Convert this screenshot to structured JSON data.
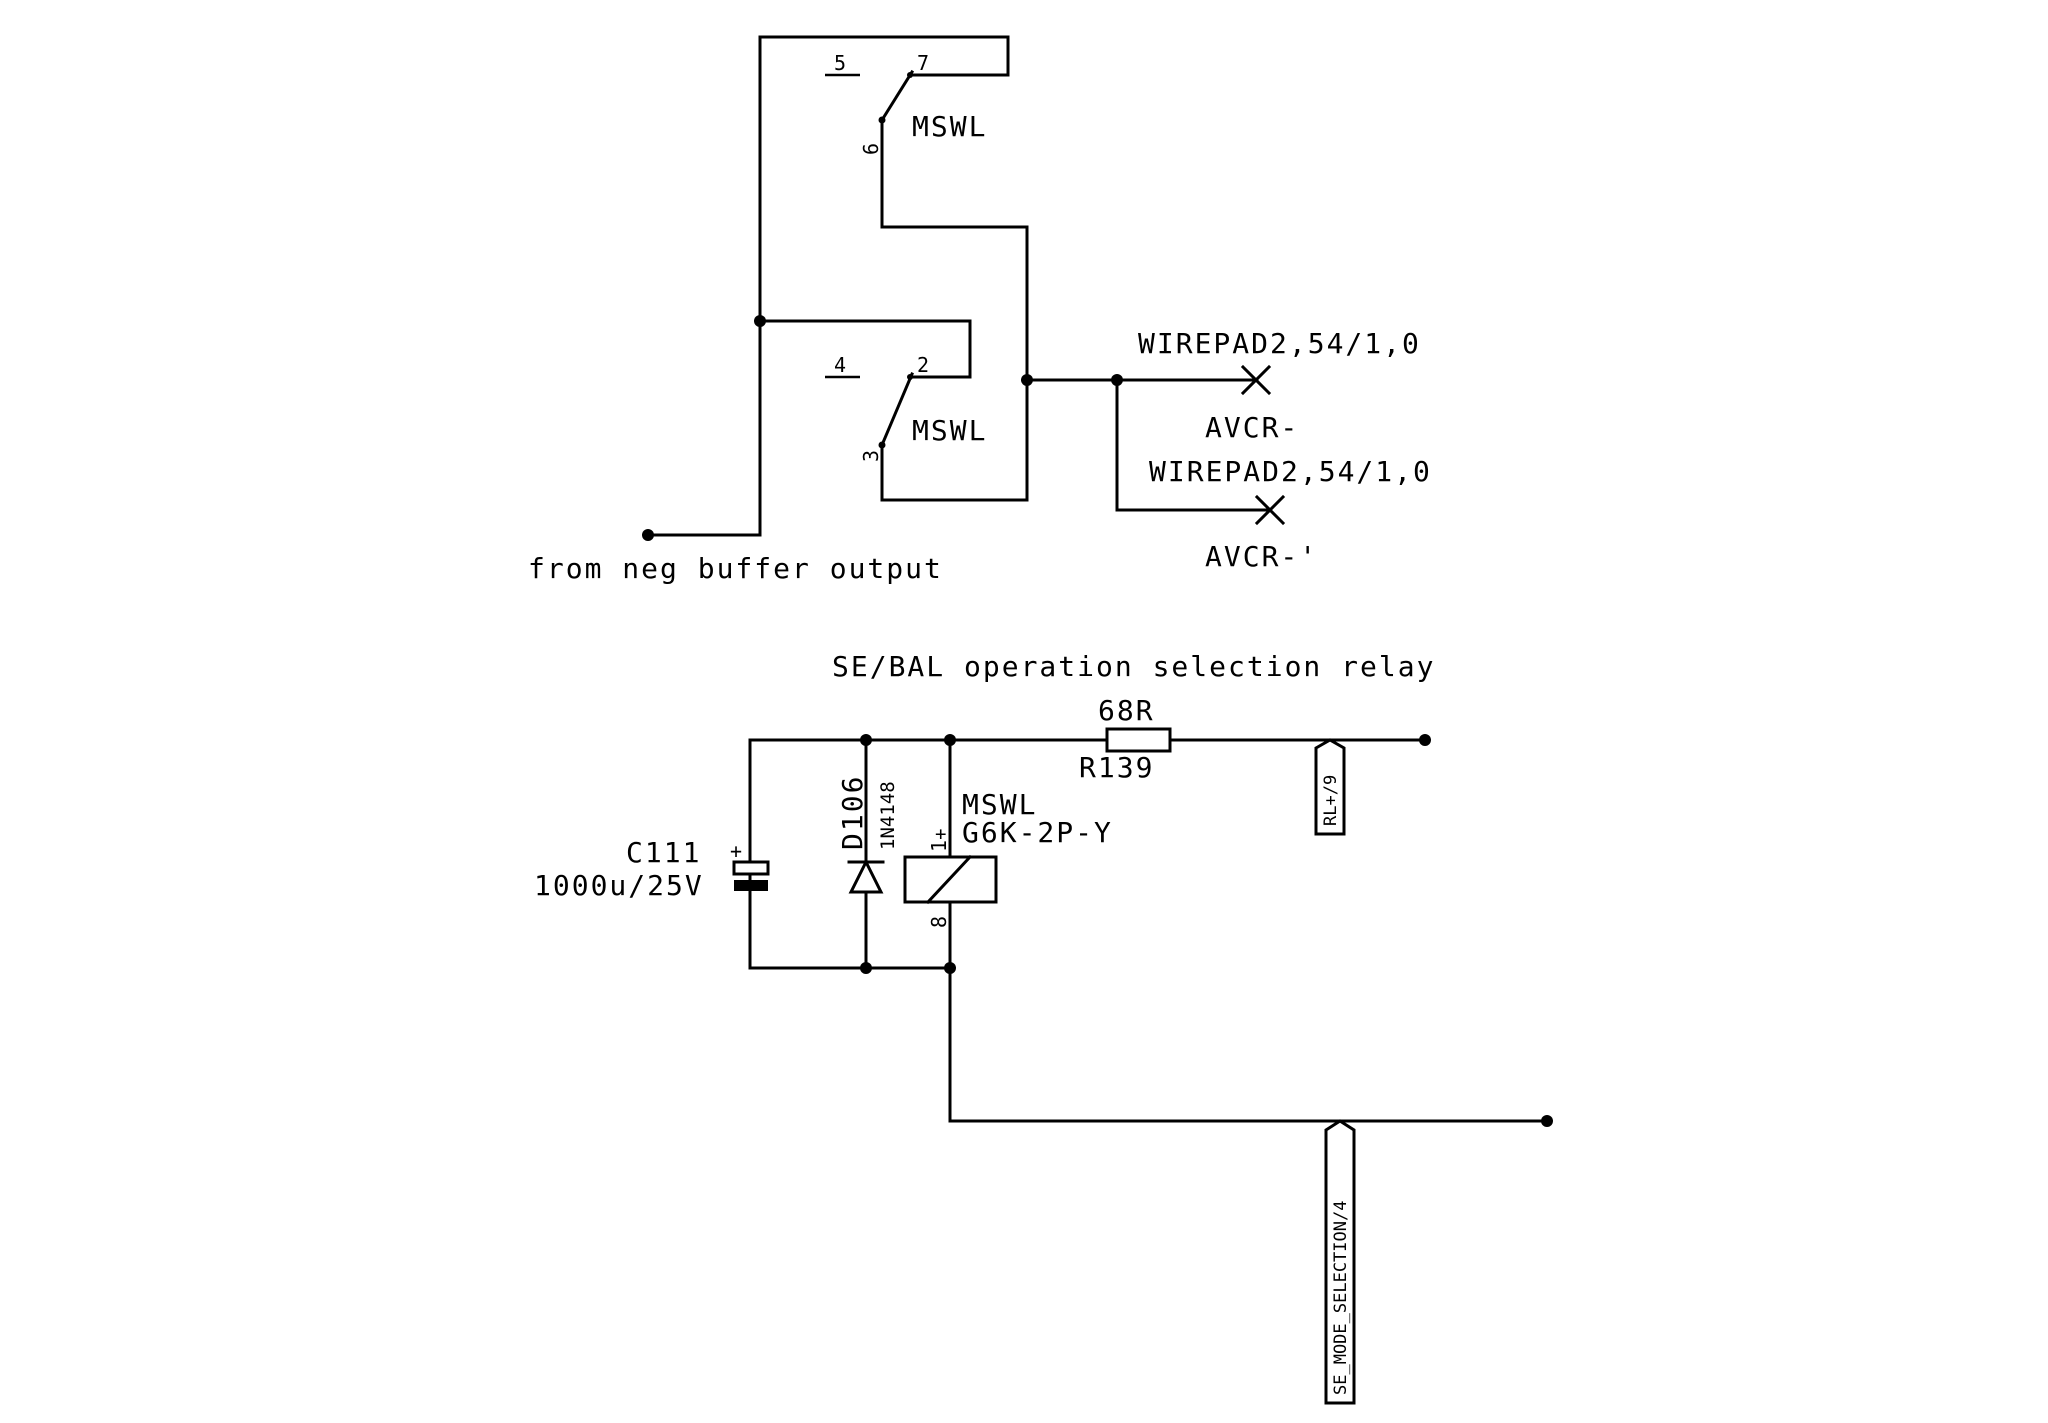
{
  "upper_circuit": {
    "switch_top": {
      "name": "MSWL",
      "pin_nc": "5",
      "pin_no": "7",
      "pin_com": "6"
    },
    "switch_bottom": {
      "name": "MSWL",
      "pin_nc": "4",
      "pin_no": "2",
      "pin_com": "3"
    },
    "pad1": {
      "type": "WIREPAD2,54/1,0",
      "signal": "AVCR-"
    },
    "pad2": {
      "type": "WIREPAD2,54/1,0",
      "signal": "AVCR-'"
    },
    "input_label": "from neg buffer output"
  },
  "lower_circuit": {
    "title": "SE/BAL operation selection relay",
    "resistor": {
      "value": "68R",
      "ref": "R139"
    },
    "net_flag_rl": "RL+/9",
    "diode": {
      "ref": "D106",
      "value": "1N4148"
    },
    "capacitor": {
      "ref": "C111",
      "value": "1000u/25V",
      "polarity": "+"
    },
    "relay": {
      "name": "MSWL",
      "part": "G6K-2P-Y",
      "pin_pos": "1",
      "pin_neg": "8",
      "pin_plus_mark": "+"
    },
    "net_flag_mode": "SE_MODE_SELECTION/4"
  }
}
